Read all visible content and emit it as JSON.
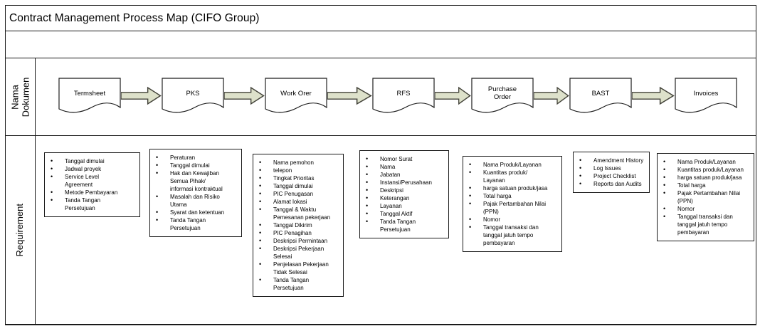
{
  "title": "Contract Management Process Map (CIFO Group)",
  "lanes": [
    {
      "label": "Nama\nDokumen"
    },
    {
      "label": "Requirement"
    }
  ],
  "colors": {
    "line": "#1a1a1a",
    "arrow_fill": "#dde1ca",
    "arrow_stroke": "#43433a",
    "shape_fill": "#ffffff"
  },
  "documents": [
    {
      "label": "Termsheet"
    },
    {
      "label": "PKS"
    },
    {
      "label": "Work Orer"
    },
    {
      "label": "RFS"
    },
    {
      "label": "Purchase\nOrder"
    },
    {
      "label": "BAST"
    },
    {
      "label": "Invoices"
    }
  ],
  "requirements": [
    {
      "document": "Termsheet",
      "items": [
        "Tanggal dimulai",
        "Jadwal proyek",
        "Service Level\nAgreement",
        "Metode Pembayaran",
        "Tanda Tangan\nPersetujuan"
      ]
    },
    {
      "document": "PKS",
      "items": [
        "Peraturan",
        "Tanggal dimulai",
        "Hak dan Kewajiban\nSemua Pihak/\ninformasi kontraktual",
        "Masalah dan Risiko\nUtama",
        "Syarat dan ketentuan",
        "Tanda Tangan\nPersetujuan"
      ]
    },
    {
      "document": "Work Orer",
      "items": [
        "Nama pemohon",
        "telepon",
        "Tingkat Prioritas",
        "Tanggal dimulai",
        "PIC Penugasan",
        "Alamat lokasi",
        "Tanggal & Waktu\nPemesanan pekerjaan",
        "Tanggal Dikirim",
        "PIC Penagihan",
        "Deskripsi Permintaan",
        "Deskripsi Pekerjaan\nSelesai",
        "Penjelasan Pekerjaan\nTidak Selesai",
        "Tanda Tangan\nPersetujuan"
      ]
    },
    {
      "document": "RFS",
      "items": [
        "Nomor Surat",
        "Nama",
        "Jabatan",
        "Instansi/Perusahaan",
        "Deskripsi",
        "Keterangan",
        "Layanan",
        "Tanggal Aktif",
        "Tanda Tangan\nPersetujuan"
      ]
    },
    {
      "document": "Purchase Order",
      "items": [
        "Nama Produk/Layanan",
        "Kuantitas produk/\nLayanan",
        "harga satuan produk/jasa",
        "Total harga",
        "Pajak Pertambahan Nilai\n(PPN)",
        "Nomor",
        "Tanggal transaksi dan\ntanggal jatuh tempo\npembayaran"
      ]
    },
    {
      "document": "BAST",
      "items": [
        "Amendment History",
        "Log Issues",
        "Project Checklist",
        "Reports dan Audits"
      ]
    },
    {
      "document": "Invoices",
      "items": [
        "Nama Produk/Layanan",
        "Kuantitas produk/Layanan",
        "harga satuan produk/jasa",
        "Total harga",
        "Pajak Pertambahan Nilai\n(PPN)",
        "Nomor",
        "Tanggal transaksi dan\ntanggal jatuh tempo\npembayaran"
      ]
    }
  ]
}
